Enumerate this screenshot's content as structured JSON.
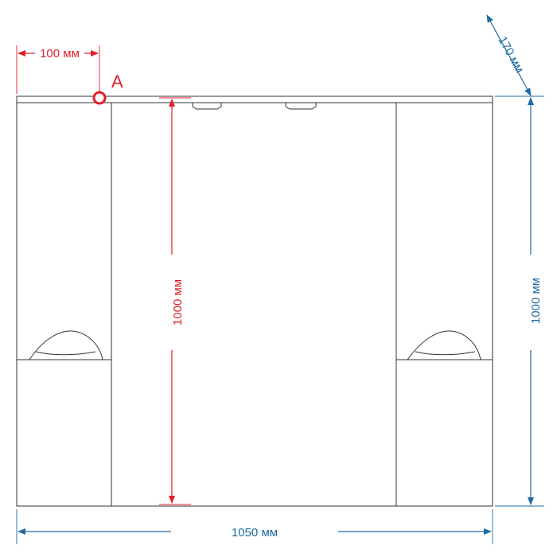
{
  "dimensions": {
    "offset": "100 мм",
    "center_height": "1000 мм",
    "depth": "170 мм",
    "total_height": "1000 мм",
    "total_width": "1050 мм"
  },
  "point_marker": "A",
  "colors": {
    "red": "#e01f2a",
    "blue": "#1f6aa3",
    "outline": "#333333"
  }
}
